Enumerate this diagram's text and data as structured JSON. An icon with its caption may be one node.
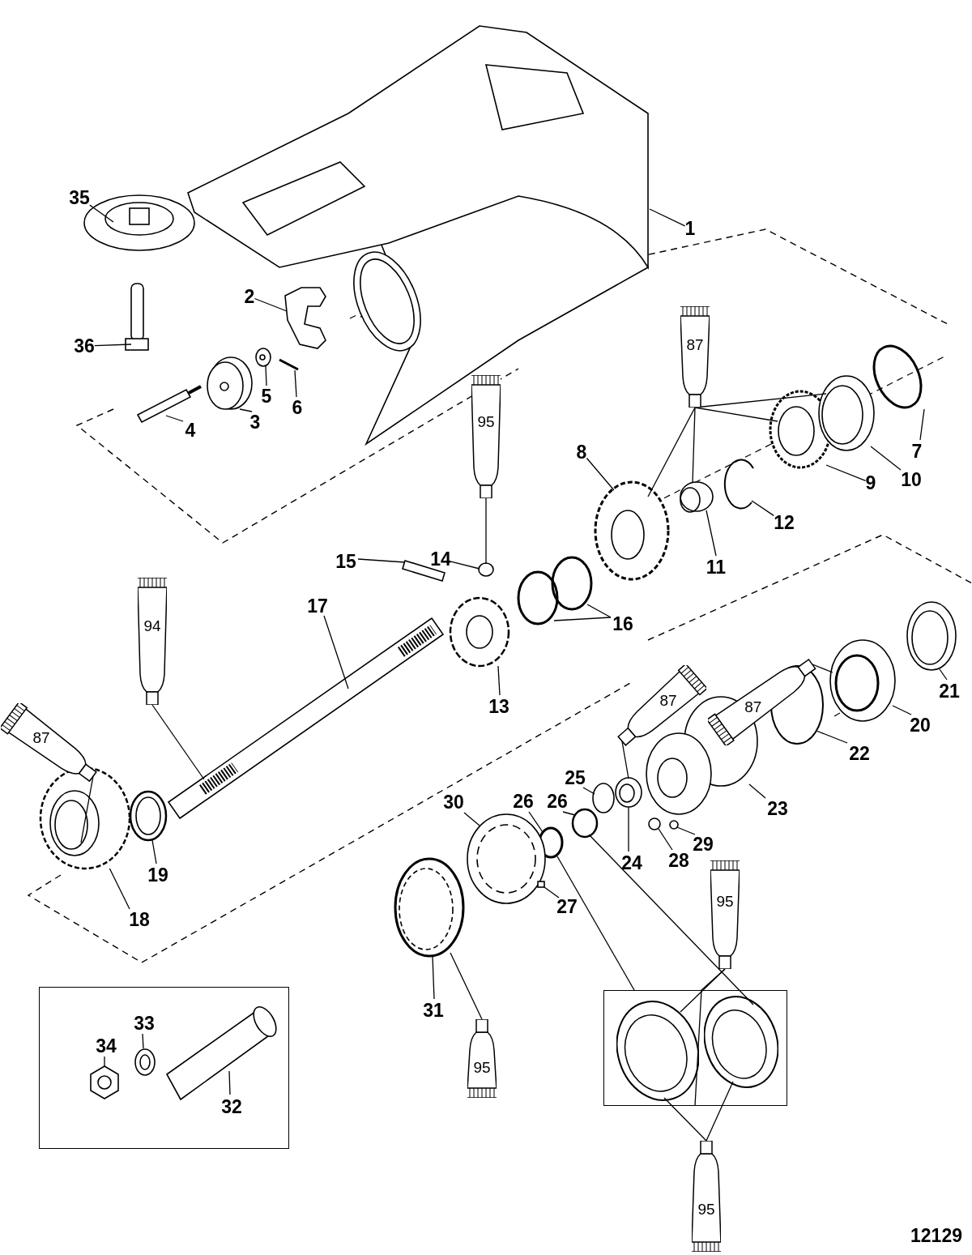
{
  "diagram": {
    "nodes": [
      {
        "text": [
          "1"
        ]
      },
      {
        "text": [
          "35"
        ]
      },
      {
        "text": [
          "2"
        ]
      },
      {
        "text": [
          "36"
        ]
      },
      {
        "text": [
          "5"
        ]
      },
      {
        "text": [
          "3"
        ]
      },
      {
        "text": [
          "6"
        ]
      },
      {
        "text": [
          "4"
        ]
      },
      {
        "text": [
          "87"
        ]
      },
      {
        "text": [
          "7"
        ]
      },
      {
        "text": [
          "8"
        ]
      },
      {
        "text": [
          "9"
        ]
      },
      {
        "text": [
          "10"
        ]
      },
      {
        "text": [
          "95"
        ]
      },
      {
        "text": [
          "12"
        ]
      },
      {
        "text": [
          "11"
        ]
      },
      {
        "text": [
          "14"
        ]
      },
      {
        "text": [
          "15"
        ]
      },
      {
        "text": [
          "16"
        ]
      },
      {
        "text": [
          "94"
        ]
      },
      {
        "text": [
          "17"
        ]
      },
      {
        "text": [
          "13"
        ]
      },
      {
        "text": [
          "87"
        ]
      },
      {
        "text": [
          "21"
        ]
      },
      {
        "text": [
          "87"
        ]
      },
      {
        "text": [
          "87"
        ]
      },
      {
        "text": [
          "20"
        ]
      },
      {
        "text": [
          "22"
        ]
      },
      {
        "text": [
          "23"
        ]
      },
      {
        "text": [
          "25"
        ]
      },
      {
        "text": [
          "26"
        ]
      },
      {
        "text": [
          "26"
        ]
      },
      {
        "text": [
          "30"
        ]
      },
      {
        "text": [
          "24"
        ]
      },
      {
        "text": [
          "28"
        ]
      },
      {
        "text": [
          "29"
        ]
      },
      {
        "text": [
          "19"
        ]
      },
      {
        "text": [
          "27"
        ]
      },
      {
        "text": [
          "18"
        ]
      },
      {
        "text": [
          "31"
        ]
      },
      {
        "text": [
          "95"
        ]
      },
      {
        "text": [],
        "shape": "box"
      },
      {
        "text": [],
        "shape": "picture",
        "in": 41
      },
      {
        "text": [],
        "shape": "picture",
        "in": 41
      },
      {
        "text": [
          "95"
        ]
      },
      {
        "text": [],
        "shape": "box"
      },
      {
        "text": [
          "34"
        ],
        "in": 45
      },
      {
        "text": [
          "33"
        ],
        "in": 45
      },
      {
        "text": [
          "32"
        ],
        "in": 45
      },
      {
        "text": [
          "95"
        ]
      },
      {
        "text": [],
        "shape": "picture"
      },
      {
        "text": [],
        "shape": "picture"
      },
      {
        "text": [],
        "shape": "picture"
      },
      {
        "text": [],
        "shape": "picture"
      },
      {
        "text": [],
        "shape": "picture"
      },
      {
        "text": [],
        "shape": "picture"
      },
      {
        "text": [],
        "shape": "bar"
      },
      {
        "text": [],
        "shape": "picture"
      },
      {
        "text": [],
        "shape": "circle"
      },
      {
        "text": [],
        "shape": "picture"
      },
      {
        "text": [],
        "shape": "picture"
      },
      {
        "text": [],
        "shape": "picture"
      },
      {
        "text": [],
        "shape": "circle"
      },
      {
        "text": [],
        "shape": "picture"
      },
      {
        "text": [],
        "shape": "picture"
      },
      {
        "text": [],
        "shape": "bar"
      },
      {
        "text": [],
        "shape": "circle"
      },
      {
        "text": [],
        "shape": "circle"
      },
      {
        "text": [],
        "shape": "picture"
      },
      {
        "text": [],
        "shape": "picture"
      },
      {
        "text": [],
        "shape": "picture"
      },
      {
        "text": [],
        "shape": "picture"
      },
      {
        "text": [],
        "shape": "picture"
      },
      {
        "text": [],
        "shape": "circle"
      },
      {
        "text": [],
        "shape": "picture"
      },
      {
        "text": [],
        "shape": "circle"
      },
      {
        "text": [],
        "shape": "circle"
      },
      {
        "text": [],
        "shape": "circle"
      },
      {
        "text": [],
        "shape": "picture"
      },
      {
        "text": [],
        "shape": "picture"
      },
      {
        "text": [],
        "shape": "circle"
      },
      {
        "text": [],
        "shape": "circle"
      },
      {
        "text": [],
        "shape": "picture"
      },
      {
        "text": [],
        "shape": "box"
      },
      {
        "text": [],
        "shape": "picture"
      },
      {
        "text": [],
        "shape": "picture",
        "in": 45
      },
      {
        "text": [],
        "shape": "picture",
        "in": 45
      },
      {
        "text": [],
        "shape": "picture",
        "in": 45
      }
    ],
    "edges": [
      {
        "from": 0,
        "to": 50,
        "arrow": "none"
      },
      {
        "from": 1,
        "to": 51,
        "arrow": "none"
      },
      {
        "from": 2,
        "to": 52,
        "arrow": "none"
      },
      {
        "from": 3,
        "to": 53,
        "arrow": "none"
      },
      {
        "from": 4,
        "to": 54,
        "arrow": "none"
      },
      {
        "from": 5,
        "to": 55,
        "arrow": "none"
      },
      {
        "from": 6,
        "to": 56,
        "arrow": "none"
      },
      {
        "from": 7,
        "to": 57,
        "arrow": "none"
      },
      {
        "from": 8,
        "to": 61,
        "arrow": "none"
      },
      {
        "from": 8,
        "to": 60,
        "arrow": "none"
      },
      {
        "from": 8,
        "to": 64,
        "arrow": "none"
      },
      {
        "from": 8,
        "to": 59,
        "arrow": "none"
      },
      {
        "from": 9,
        "to": 58,
        "arrow": "none"
      },
      {
        "from": 10,
        "to": 59,
        "arrow": "none"
      },
      {
        "from": 11,
        "to": 60,
        "arrow": "none"
      },
      {
        "from": 12,
        "to": 61,
        "arrow": "none"
      },
      {
        "from": 13,
        "to": 62,
        "arrow": "none"
      },
      {
        "from": 14,
        "to": 63,
        "arrow": "none"
      },
      {
        "from": 15,
        "to": 64,
        "arrow": "none"
      },
      {
        "from": 16,
        "to": 62,
        "arrow": "none"
      },
      {
        "from": 17,
        "to": 65,
        "arrow": "none"
      },
      {
        "from": 18,
        "to": 67,
        "arrow": "none"
      },
      {
        "from": 18,
        "to": 66,
        "arrow": "none"
      },
      {
        "from": 19,
        "to": 68,
        "arrow": "none"
      },
      {
        "from": 20,
        "to": 68,
        "arrow": "none"
      },
      {
        "from": 21,
        "to": 69,
        "arrow": "none"
      },
      {
        "from": 22,
        "to": 72,
        "arrow": "none"
      },
      {
        "from": 23,
        "to": 70,
        "arrow": "none"
      },
      {
        "from": 24,
        "to": 71,
        "arrow": "none"
      },
      {
        "from": 25,
        "to": 79,
        "arrow": "none"
      },
      {
        "from": 26,
        "to": 72,
        "arrow": "none"
      },
      {
        "from": 27,
        "to": 73,
        "arrow": "none"
      },
      {
        "from": 28,
        "to": 74,
        "arrow": "none"
      },
      {
        "from": 29,
        "to": 75,
        "arrow": "none"
      },
      {
        "from": 30,
        "to": 76,
        "arrow": "none"
      },
      {
        "from": 31,
        "to": 77,
        "arrow": "none"
      },
      {
        "from": 32,
        "to": 78,
        "arrow": "none"
      },
      {
        "from": 33,
        "to": 79,
        "arrow": "none"
      },
      {
        "from": 34,
        "to": 80,
        "arrow": "none"
      },
      {
        "from": 35,
        "to": 81,
        "arrow": "none"
      },
      {
        "from": 36,
        "to": 82,
        "arrow": "none"
      },
      {
        "from": 37,
        "to": 83,
        "arrow": "none"
      },
      {
        "from": 38,
        "to": 71,
        "arrow": "none"
      },
      {
        "from": 39,
        "to": 84,
        "arrow": "none"
      },
      {
        "from": 40,
        "to": 84,
        "arrow": "none"
      },
      {
        "from": 76,
        "to": 41,
        "arrow": "none"
      },
      {
        "from": 77,
        "to": 43,
        "arrow": "none"
      },
      {
        "from": 44,
        "to": 42,
        "arrow": "none"
      },
      {
        "from": 49,
        "to": 42,
        "arrow": "none"
      },
      {
        "from": 49,
        "to": 43,
        "arrow": "none"
      },
      {
        "from": 46,
        "to": 85,
        "arrow": "none"
      },
      {
        "from": 47,
        "to": 86,
        "arrow": "none"
      },
      {
        "from": 48,
        "to": 87,
        "arrow": "none"
      },
      {
        "from": 44,
        "to": 41,
        "arrow": "none"
      }
    ],
    "labels": [
      "12129"
    ]
  }
}
